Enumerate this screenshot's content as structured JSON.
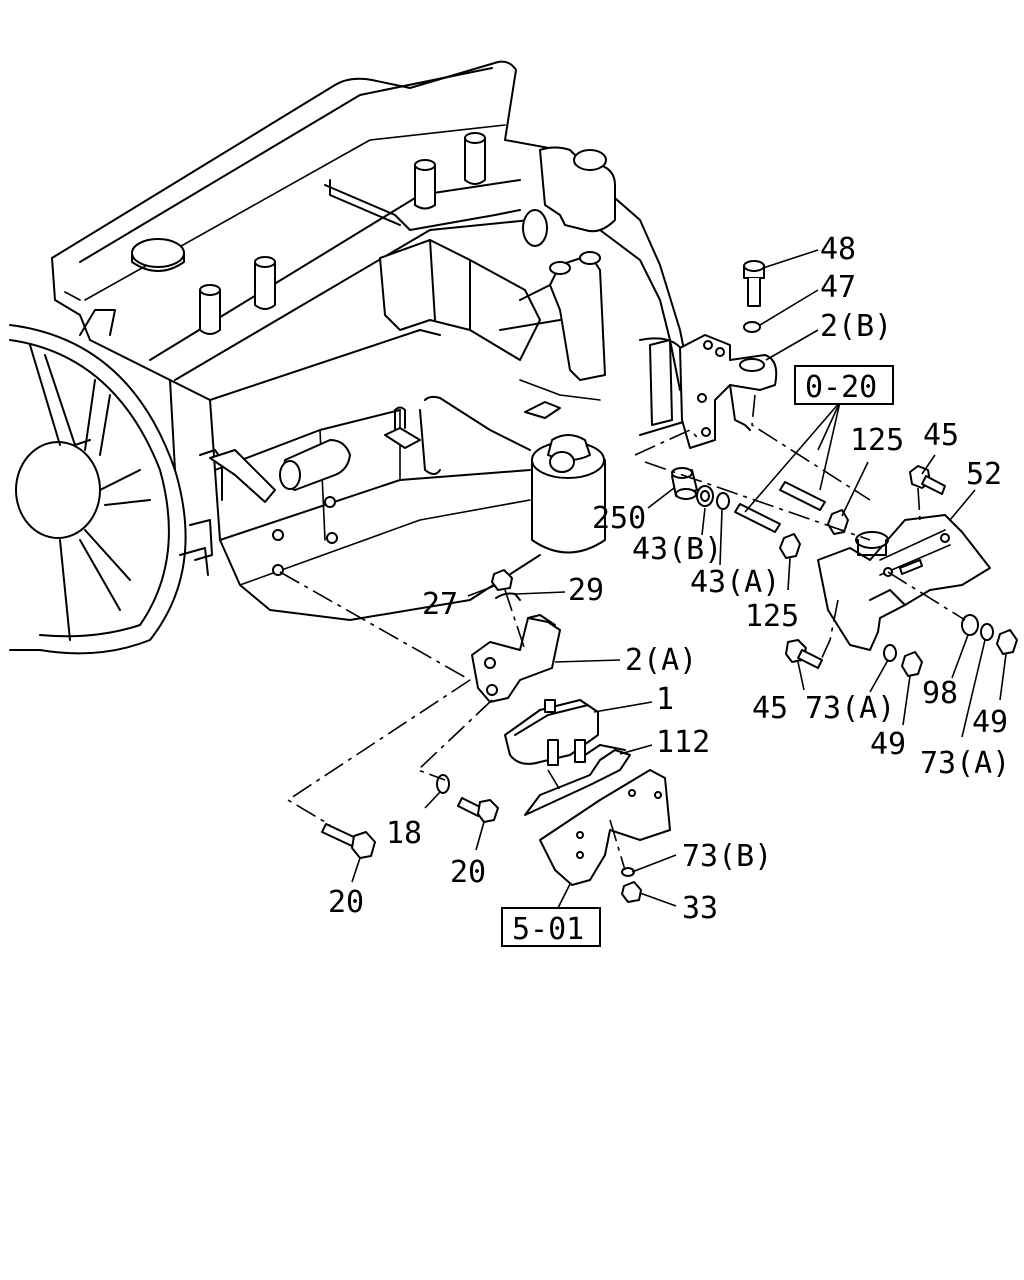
{
  "diagram": {
    "callouts": [
      {
        "id": "c48",
        "text": "48"
      },
      {
        "id": "c47",
        "text": "47"
      },
      {
        "id": "c2b",
        "text": "2(B)"
      },
      {
        "id": "c020",
        "text": "0-20"
      },
      {
        "id": "c125a",
        "text": "125"
      },
      {
        "id": "c45a",
        "text": "45"
      },
      {
        "id": "c52",
        "text": "52"
      },
      {
        "id": "c250",
        "text": "250"
      },
      {
        "id": "c43b",
        "text": "43(B)"
      },
      {
        "id": "c43a",
        "text": "43(A)"
      },
      {
        "id": "c125b",
        "text": "125"
      },
      {
        "id": "c27",
        "text": "27"
      },
      {
        "id": "c29",
        "text": "29"
      },
      {
        "id": "c2a",
        "text": "2(A)"
      },
      {
        "id": "c1",
        "text": "1"
      },
      {
        "id": "c112",
        "text": "112"
      },
      {
        "id": "c45b",
        "text": "45"
      },
      {
        "id": "c73a1",
        "text": "73(A)"
      },
      {
        "id": "c98",
        "text": "98"
      },
      {
        "id": "c49a",
        "text": "49"
      },
      {
        "id": "c49b",
        "text": "49"
      },
      {
        "id": "c73a2",
        "text": "73(A)"
      },
      {
        "id": "c18",
        "text": "18"
      },
      {
        "id": "c20a",
        "text": "20"
      },
      {
        "id": "c73b",
        "text": "73(B)"
      },
      {
        "id": "c33",
        "text": "33"
      },
      {
        "id": "c20b",
        "text": "20"
      },
      {
        "id": "c501",
        "text": "5-01"
      }
    ]
  }
}
